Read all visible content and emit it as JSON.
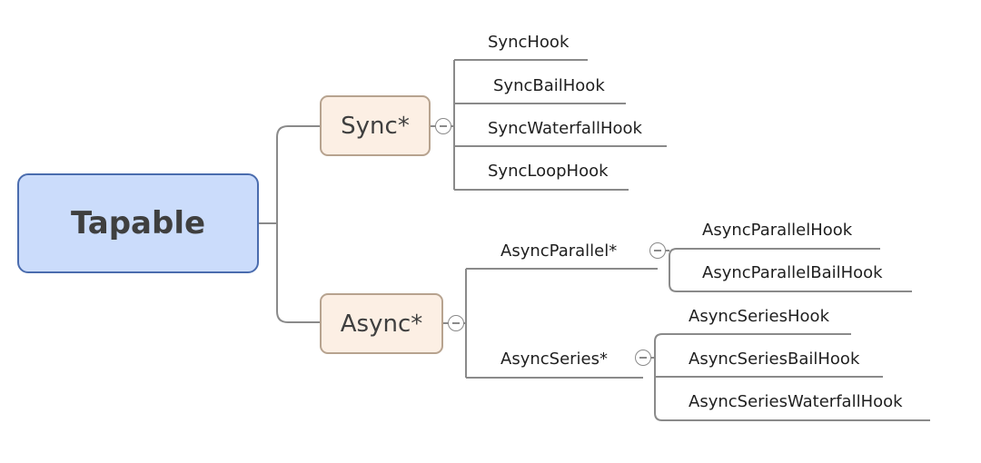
{
  "root": {
    "label": "Tapable"
  },
  "sync": {
    "label": "Sync*",
    "hooks": [
      "SyncHook",
      "SyncBailHook",
      "SyncWaterfallHook",
      "SyncLoopHook"
    ]
  },
  "async": {
    "label": "Async*",
    "parallel": {
      "label": "AsyncParallel*",
      "hooks": [
        "AsyncParallelHook",
        "AsyncParallelBailHook"
      ]
    },
    "series": {
      "label": "AsyncSeries*",
      "hooks": [
        "AsyncSeriesHook",
        "AsyncSeriesBailHook",
        "AsyncSeriesWaterfallHook"
      ]
    }
  },
  "colors": {
    "root_fill": "#cbdcfb",
    "root_border": "#4a6cae",
    "branch_fill": "#fcefe4",
    "branch_border": "#b7a38f",
    "connector": "#8a8a8a"
  },
  "icons": {
    "collapse": "minus-circle-icon"
  }
}
